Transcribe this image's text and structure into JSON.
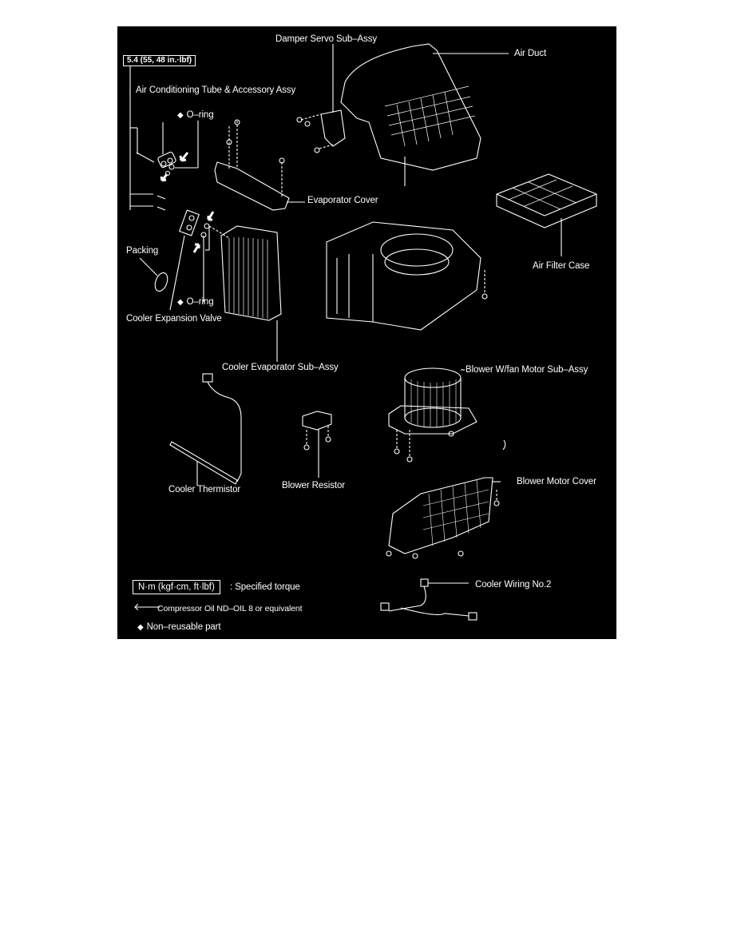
{
  "torque_spec": "5.4 (55, 48 in.·lbf)",
  "labels": {
    "damper_servo": "Damper Servo Sub–Assy",
    "air_duct": "Air Duct",
    "ac_tube": "Air Conditioning Tube & Accessory Assy",
    "o_ring_top": "O–ring",
    "o_ring_bottom": "O–ring",
    "evaporator_cover": "Evaporator Cover",
    "air_filter_case": "Air Filter Case",
    "packing": "Packing",
    "expansion_valve": "Cooler Expansion Valve",
    "evaporator": "Cooler Evaporator Sub–Assy",
    "blower_motor": "Blower W/fan Motor Sub–Assy",
    "thermistor": "Cooler Thermistor",
    "blower_resistor": "Blower Resistor",
    "blower_motor_cover": "Blower Motor Cover",
    "cooler_wiring": "Cooler Wiring No.2"
  },
  "legend": {
    "torque_unit": "N·m (kgf·cm, ft·lbf)",
    "torque_desc": ": Specified torque",
    "oil_arrow": "🡐",
    "oil_desc": "Compressor Oil ND–OIL 8 or equivalent",
    "non_reusable_symbol": "◆",
    "non_reusable_desc": "Non–reusable part"
  },
  "symbols": {
    "diamond": "◆"
  },
  "colors": {
    "background": "#000000",
    "line": "#ffffff",
    "page": "#ffffff"
  }
}
